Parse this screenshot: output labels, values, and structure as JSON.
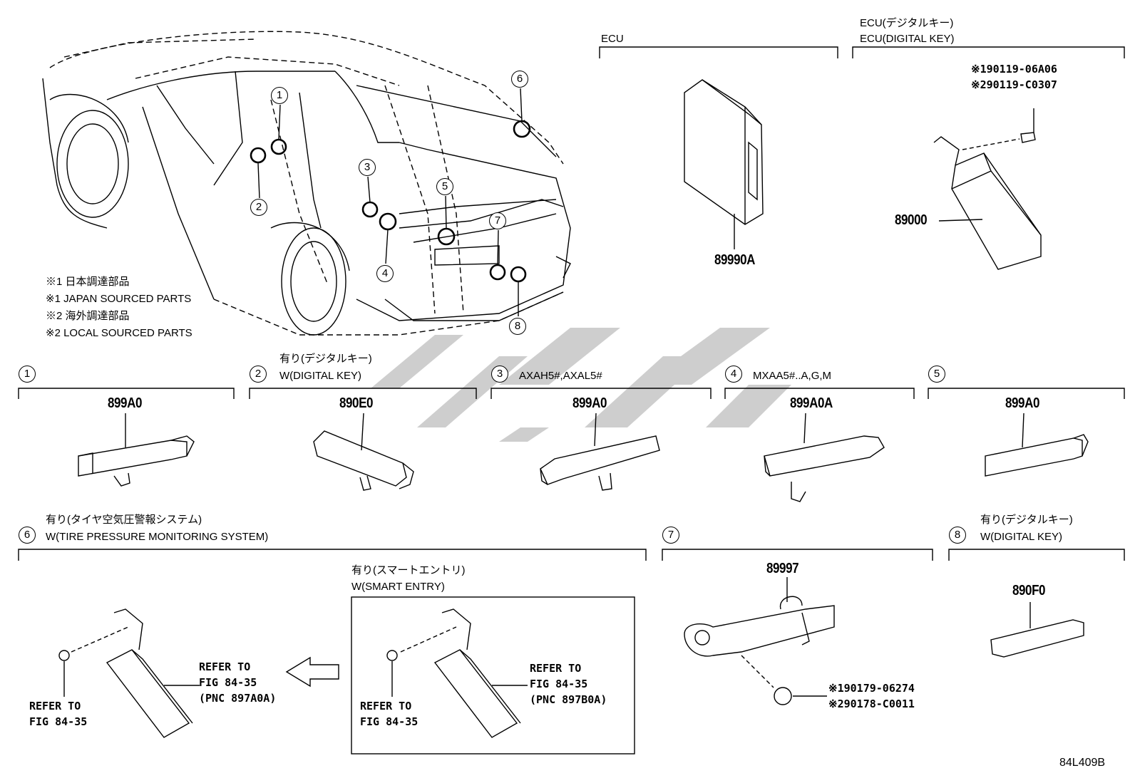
{
  "header_ecu": "ECU",
  "header_dk_jp": "ECU(デジタルキー)",
  "header_dk_en": "ECU(DIGITAL KEY)",
  "dk_note1": "※190119-06A06",
  "dk_note2": "※290119-C0307",
  "part_89990A": "89990A",
  "part_89000": "89000",
  "legend": {
    "l1": "※1 日本調達部品",
    "l2": "※1 JAPAN SOURCED PARTS",
    "l3": "※2 海外調達部品",
    "l4": "※2 LOCAL SOURCED PARTS"
  },
  "callouts": [
    "1",
    "2",
    "3",
    "4",
    "5",
    "6",
    "7",
    "8"
  ],
  "sec2_jp": "有り(デジタルキー)",
  "sec2_en": "W(DIGITAL KEY)",
  "sec3_model": "AXAH5#,AXAL5#",
  "sec4_model": "MXAA5#..A,G,M",
  "p1": "899A0",
  "p2": "890E0",
  "p3": "899A0",
  "p4": "899A0A",
  "p5": "899A0",
  "sec6_jp": "有り(タイヤ空気圧警報システム)",
  "sec6_en": "W(TIRE PRESSURE MONITORING SYSTEM)",
  "smart_jp": "有り(スマートエントリ)",
  "smart_en": "W(SMART ENTRY)",
  "refer_a1": "REFER TO",
  "refer_a2": "FIG 84-35",
  "refer_a3": "(PNC 897A0A)",
  "refer_b1": "REFER TO",
  "refer_b2": "FIG 84-35",
  "refer_c1": "REFER TO",
  "refer_c2": "FIG 84-35",
  "refer_c3": "(PNC 897B0A)",
  "refer_d1": "REFER TO",
  "refer_d2": "FIG 84-35",
  "p7": "89997",
  "p7_note1": "※190179-06274",
  "p7_note2": "※290178-C0011",
  "sec8_jp": "有り(デジタルキー)",
  "sec8_en": "W(DIGITAL KEY)",
  "p8": "890F0",
  "diagram_id": "84L409B"
}
